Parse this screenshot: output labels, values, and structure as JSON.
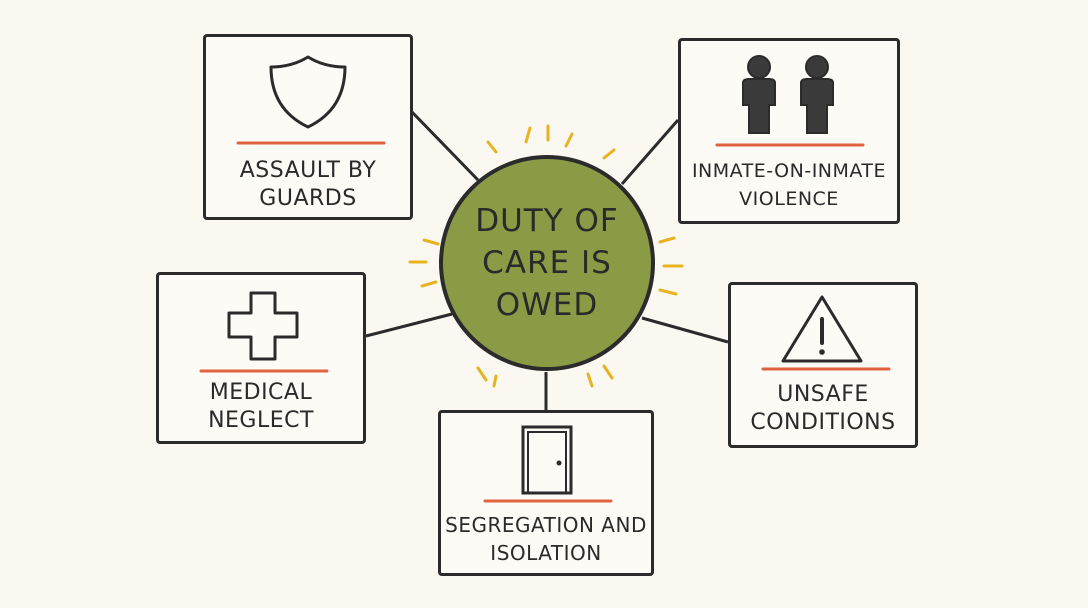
{
  "center": {
    "line1": "DUTY OF",
    "line2": "CARE IS",
    "line3": "OWED",
    "color": "#8a9a45"
  },
  "nodes": [
    {
      "id": "assault",
      "line1": "ASSAULT BY",
      "line2": "GUARDS",
      "icon": "shield-icon"
    },
    {
      "id": "violence",
      "line1": "INMATE-ON-INMATE",
      "line2": "VIOLENCE",
      "icon": "people-icon"
    },
    {
      "id": "medical",
      "line1": "MEDICAL",
      "line2": "NEGLECT",
      "icon": "medical-cross-icon"
    },
    {
      "id": "unsafe",
      "line1": "UNSAFE",
      "line2": "CONDITIONS",
      "icon": "warning-icon"
    },
    {
      "id": "segregation",
      "line1": "SEGREGATION AND",
      "line2": "ISOLATION",
      "icon": "door-icon"
    }
  ],
  "colors": {
    "underline": "#e0623f",
    "sunburst": "#e8b320",
    "stroke": "#2b2b2b",
    "background": "#fbf8f1"
  }
}
